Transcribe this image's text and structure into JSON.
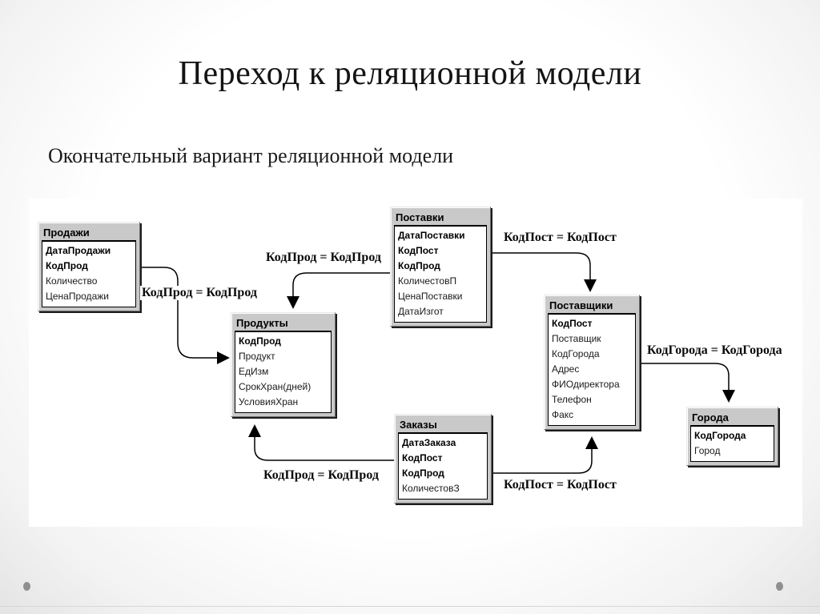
{
  "slide": {
    "title": "Переход к реляционной модели",
    "subtitle": "Окончательный вариант реляционной модели"
  },
  "diagram": {
    "tables": [
      {
        "name": "Продажи",
        "fields": [
          {
            "text": "ДатаПродажи",
            "key": true
          },
          {
            "text": "КодПрод",
            "key": true
          },
          {
            "text": "Количество",
            "key": false
          },
          {
            "text": "ЦенаПродажи",
            "key": false
          }
        ]
      },
      {
        "name": "Поставки",
        "fields": [
          {
            "text": "ДатаПоставки",
            "key": true
          },
          {
            "text": "КодПост",
            "key": true
          },
          {
            "text": "КодПрод",
            "key": true
          },
          {
            "text": "КоличестовП",
            "key": false
          },
          {
            "text": "ЦенаПоставки",
            "key": false
          },
          {
            "text": "ДатаИзгот",
            "key": false
          }
        ]
      },
      {
        "name": "Продукты",
        "fields": [
          {
            "text": "КодПрод",
            "key": true
          },
          {
            "text": "Продукт",
            "key": false
          },
          {
            "text": "ЕдИзм",
            "key": false
          },
          {
            "text": "СрокХран(дней)",
            "key": false
          },
          {
            "text": "УсловияХран",
            "key": false
          }
        ]
      },
      {
        "name": "Поставщики",
        "fields": [
          {
            "text": "КодПост",
            "key": true
          },
          {
            "text": "Поставщик",
            "key": false
          },
          {
            "text": "КодГорода",
            "key": false
          },
          {
            "text": "Адрес",
            "key": false
          },
          {
            "text": "ФИОдиректора",
            "key": false
          },
          {
            "text": "Телефон",
            "key": false
          },
          {
            "text": "Факс",
            "key": false
          }
        ]
      },
      {
        "name": "Заказы",
        "fields": [
          {
            "text": "ДатаЗаказа",
            "key": true
          },
          {
            "text": "КодПост",
            "key": true
          },
          {
            "text": "КодПрод",
            "key": true
          },
          {
            "text": "КоличестовЗ",
            "key": false
          }
        ]
      },
      {
        "name": "Города",
        "fields": [
          {
            "text": "КодГорода",
            "key": true
          },
          {
            "text": "Город",
            "key": false
          }
        ]
      }
    ],
    "join_labels": {
      "sales_products": "КодПрод = КодПрод",
      "supplies_products": "КодПрод = КодПрод",
      "supplies_suppliers": "КодПост = КодПост",
      "suppliers_cities": "КодГорода = КодГорода",
      "orders_products": "КодПрод = КодПрод",
      "orders_suppliers": "КодПост = КодПост"
    },
    "colors": {
      "table_header_bg": "#c9c9c9",
      "table_body_bg": "#ffffff",
      "connector": "#000000",
      "panel_bg": "#ffffff"
    }
  }
}
